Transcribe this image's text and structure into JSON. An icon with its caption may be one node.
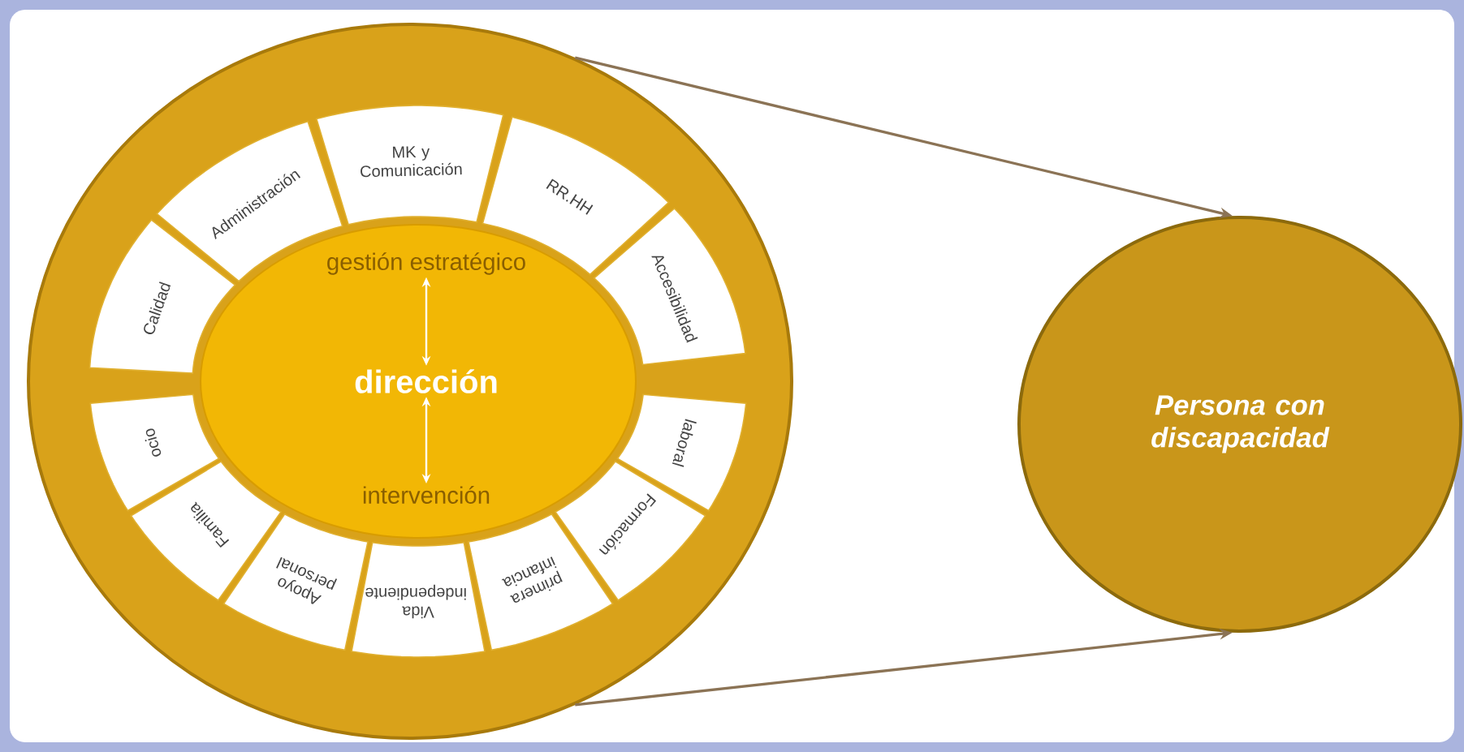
{
  "diagram": {
    "nodes": [
      {
        "text": [],
        "shape": "circle"
      },
      {
        "text": [],
        "shape": "circle",
        "in": 0
      },
      {
        "text": [
          "gestión estratégico"
        ],
        "in": 1
      },
      {
        "text": [
          "dirección"
        ],
        "in": 1
      },
      {
        "text": [
          "intervención"
        ],
        "in": 1
      },
      {
        "text": [
          "Calidad"
        ],
        "in": 0
      },
      {
        "text": [
          "Administración"
        ],
        "in": 0
      },
      {
        "text": [
          "MK y Comunicación"
        ],
        "in": 0
      },
      {
        "text": [
          "RR.HH"
        ],
        "in": 0
      },
      {
        "text": [
          "Accesibilidad"
        ],
        "in": 0
      },
      {
        "text": [
          "ocio"
        ],
        "in": 0
      },
      {
        "text": [
          "Familia"
        ],
        "in": 0
      },
      {
        "text": [
          "Apoyo personal"
        ],
        "in": 0
      },
      {
        "text": [
          "Vida independiente"
        ],
        "in": 0
      },
      {
        "text": [
          "primera infancia"
        ],
        "in": 0
      },
      {
        "text": [
          "Formación"
        ],
        "in": 0
      },
      {
        "text": [
          "laboral"
        ],
        "in": 0
      },
      {
        "text": [
          "Persona con discapacidad"
        ]
      }
    ],
    "edges": [
      {
        "from": 2,
        "to": 3,
        "arrow": "both",
        "color": "#ffffff"
      },
      {
        "from": 3,
        "to": 4,
        "arrow": "both",
        "color": "#ffffff"
      },
      {
        "from": 0,
        "to": 17,
        "arrow": "to",
        "color": "#8b7355"
      },
      {
        "from": 0,
        "to": 17,
        "arrow": "to",
        "color": "#8b7355"
      }
    ]
  }
}
